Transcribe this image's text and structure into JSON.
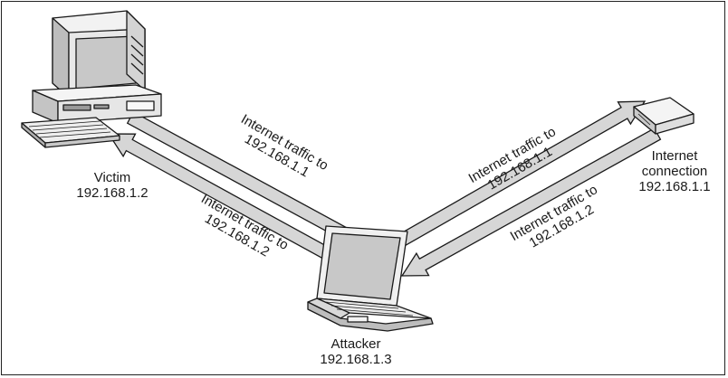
{
  "nodes": {
    "victim": {
      "name": "Victim",
      "ip": "192.168.1.2"
    },
    "attacker": {
      "name": "Attacker",
      "ip": "192.168.1.3"
    },
    "internet": {
      "name_line1": "Internet",
      "name_line2": "connection",
      "ip": "192.168.1.1"
    }
  },
  "flows": {
    "victim_to_attacker": {
      "line1": "Internet traffic to",
      "line2": "192.168.1.1"
    },
    "attacker_to_victim": {
      "line1": "Internet traffic to",
      "line2": "192.168.1.2"
    },
    "attacker_to_internet": {
      "line1": "Internet traffic to",
      "line2": "192.168.1.1"
    },
    "internet_to_attacker": {
      "line1": "Internet traffic to",
      "line2": "192.168.1.2"
    }
  },
  "icons": {
    "victim": "desktop-computer-icon",
    "attacker": "laptop-icon",
    "internet": "router-icon"
  },
  "colors": {
    "arrow_fill": "#d6d6d6",
    "outline": "#1a1a1a",
    "screen": "#c8c8c8"
  }
}
